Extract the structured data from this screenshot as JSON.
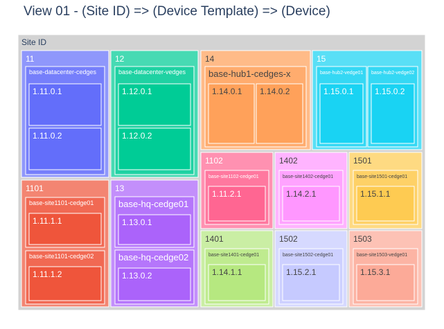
{
  "title": "View 01 - (Site ID) => (Device Template) => (Device)",
  "chart_data": {
    "type": "treemap",
    "title": "View 01 - (Site ID) => (Device Template) => (Device)",
    "root": {
      "label": "Site ID",
      "color": "#d3d3d3",
      "children": [
        {
          "label": "11",
          "color": "#636efa",
          "children": [
            {
              "label": "base-datacenter-cedges",
              "children": [
                {
                  "label": "1.11.0.1"
                },
                {
                  "label": "1.11.0.2"
                }
              ]
            }
          ]
        },
        {
          "label": "12",
          "color": "#00cc96",
          "children": [
            {
              "label": "base-datacenter-vedges",
              "children": [
                {
                  "label": "1.12.0.1"
                },
                {
                  "label": "1.12.0.2"
                }
              ]
            }
          ]
        },
        {
          "label": "14",
          "color": "#ffa15a",
          "children": [
            {
              "label": "base-hub1-cedges-x",
              "children": [
                {
                  "label": "1.14.0.1"
                },
                {
                  "label": "1.14.0.2"
                }
              ]
            }
          ]
        },
        {
          "label": "15",
          "color": "#19d3f3",
          "children": [
            {
              "label": "base-hub2-vedge01",
              "children": [
                {
                  "label": "1.15.0.1"
                }
              ]
            },
            {
              "label": "base-hub2-vedge02",
              "children": [
                {
                  "label": "1.15.0.2"
                }
              ]
            }
          ]
        },
        {
          "label": "1101",
          "color": "#ef553b",
          "children": [
            {
              "label": "base-site1101-cedge01",
              "children": [
                {
                  "label": "1.11.1.1"
                }
              ]
            },
            {
              "label": "base-site1101-cedge02",
              "children": [
                {
                  "label": "1.11.1.2"
                }
              ]
            }
          ]
        },
        {
          "label": "13",
          "color": "#ab63fa",
          "children": [
            {
              "label": "base-hq-cedge01",
              "children": [
                {
                  "label": "1.13.0.1"
                }
              ]
            },
            {
              "label": "base-hq-cedge02",
              "children": [
                {
                  "label": "1.13.0.2"
                }
              ]
            }
          ]
        },
        {
          "label": "1102",
          "color": "#ff6692",
          "children": [
            {
              "label": "base-site1102-cedge01",
              "children": [
                {
                  "label": "1.11.2.1"
                }
              ]
            }
          ]
        },
        {
          "label": "1402",
          "color": "#ff97ff",
          "children": [
            {
              "label": "base-site1402-cedge01",
              "children": [
                {
                  "label": "1.14.2.1"
                }
              ]
            }
          ]
        },
        {
          "label": "1501",
          "color": "#fecb52",
          "children": [
            {
              "label": "base-site1501-cedge01",
              "children": [
                {
                  "label": "1.15.1.1"
                }
              ]
            }
          ]
        },
        {
          "label": "1401",
          "color": "#b6e880",
          "children": [
            {
              "label": "base-site1401-cedge01",
              "children": [
                {
                  "label": "1.14.1.1"
                }
              ]
            }
          ]
        },
        {
          "label": "1502",
          "color": "#c6caff",
          "children": [
            {
              "label": "base-site1502-cedge01",
              "children": [
                {
                  "label": "1.15.2.1"
                }
              ]
            }
          ]
        },
        {
          "label": "1503",
          "color": "#fcaa98",
          "children": [
            {
              "label": "base-site1503-vedge01",
              "children": [
                {
                  "label": "1.15.3.1"
                }
              ]
            }
          ]
        }
      ]
    }
  }
}
